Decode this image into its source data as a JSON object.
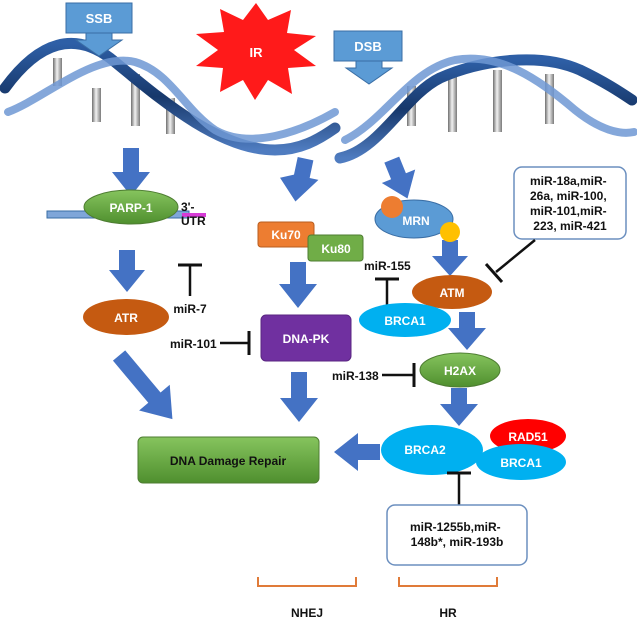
{
  "triggers": {
    "ssb": "SSB",
    "ir": "IR",
    "dsb": "DSB"
  },
  "ssb_path": {
    "parp1": "PARP-1",
    "utr": "3'-\nUTR",
    "atr": "ATR",
    "mir7": "miR-7"
  },
  "nhej_path": {
    "ku70": "Ku70",
    "ku80": "Ku80",
    "dnapk": "DNA-PK",
    "mir101": "miR-101"
  },
  "hr_path": {
    "mrn": "MRN",
    "atm": "ATM",
    "brca1_upper": "BRCA1",
    "mir155": "miR-155",
    "h2ax": "H2AX",
    "mir138": "miR-138",
    "brca2": "BRCA2",
    "rad51": "RAD51",
    "brca1_lower": "BRCA1",
    "atm_mirs_box": [
      "miR-18a,miR-",
      "26a, miR-100,",
      "miR-101,miR-",
      "223, miR-421"
    ],
    "brca_mirs_box": [
      "miR-1255b,miR-",
      "148b*, miR-193b"
    ]
  },
  "repair": "DNA Damage Repair",
  "pathway_labels": {
    "nhej": "NHEJ",
    "hr": "HR"
  },
  "colors": {
    "box_blue": "#5b9bd5",
    "arrow_blue": "#4472c4",
    "ir_red": "#ff1a1a",
    "green": "#70ad47",
    "orange_ellipse": "#c55a11",
    "ku70_orange": "#ed7d31",
    "purple": "#7030a0",
    "cyan": "#00b0f0",
    "red": "#ff0000",
    "yellow": "#ffc000",
    "bracket": "#e07b39",
    "magenta": "#d63bd6",
    "dna_dark": "#1f3f73",
    "dna_light": "#7fa6d9"
  }
}
